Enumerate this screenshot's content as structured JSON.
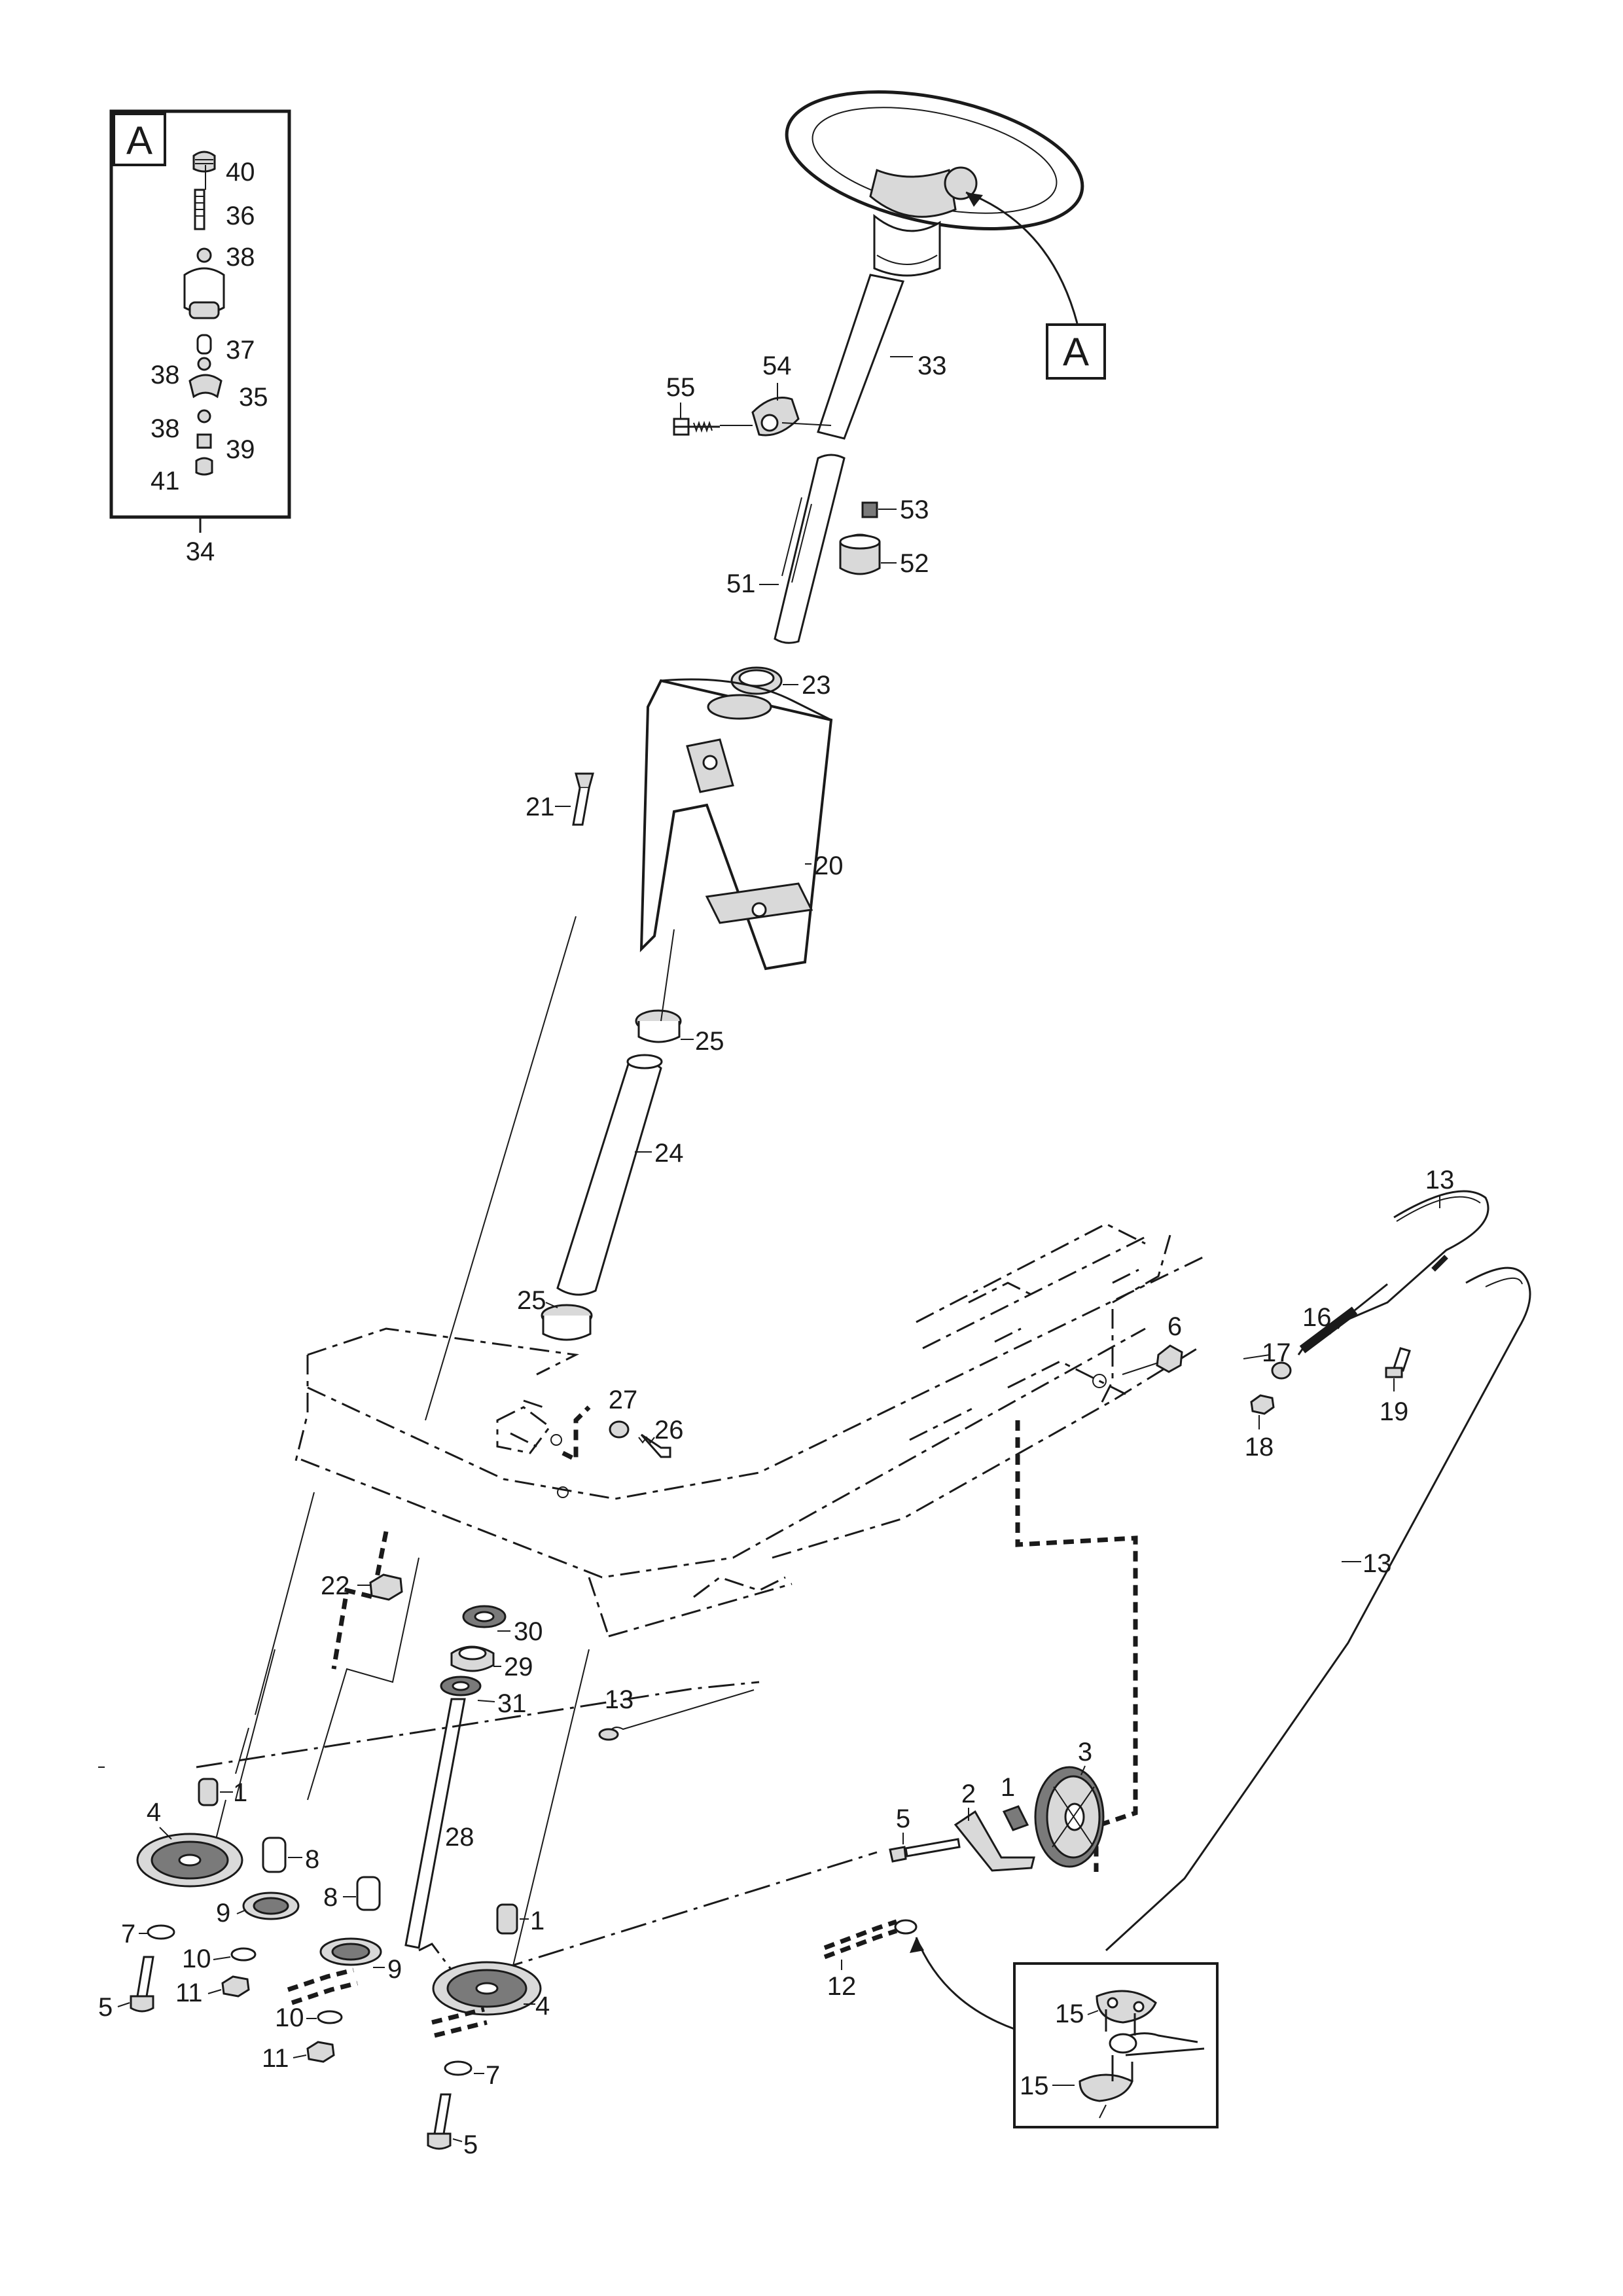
{
  "detail_a": {
    "marker": "A",
    "assembly_number": "34",
    "labels": [
      "40",
      "36",
      "38",
      "37",
      "38",
      "35",
      "38",
      "39",
      "41"
    ]
  },
  "callout_a": {
    "marker": "A"
  },
  "labels": {
    "p33": "33",
    "p54": "54",
    "p55": "55",
    "p53": "53",
    "p52": "52",
    "p51": "51",
    "p23": "23",
    "p21": "21",
    "p20": "20",
    "p25a": "25",
    "p24": "24",
    "p25b": "25",
    "p27": "27",
    "p26": "26",
    "p22": "22",
    "p30": "30",
    "p29": "29",
    "p31": "31",
    "p28": "28",
    "p13a": "13",
    "p13b": "13",
    "p13c": "13",
    "p16": "16",
    "p17": "17",
    "p18": "18",
    "p19": "19",
    "p6": "6",
    "p3": "3",
    "p2": "2",
    "p1a": "1",
    "p5a": "5",
    "p12": "12",
    "p1b": "1",
    "p4a": "4",
    "p8a": "8",
    "p9a": "9",
    "p7a": "7",
    "p10a": "10",
    "p11a": "11",
    "p5b": "5",
    "p8b": "8",
    "p9b": "9",
    "p10b": "10",
    "p11b": "11",
    "p1c": "1",
    "p4b": "4",
    "p7b": "7",
    "p5c": "5"
  },
  "detail_chain": {
    "labels": [
      "15",
      "15"
    ]
  }
}
